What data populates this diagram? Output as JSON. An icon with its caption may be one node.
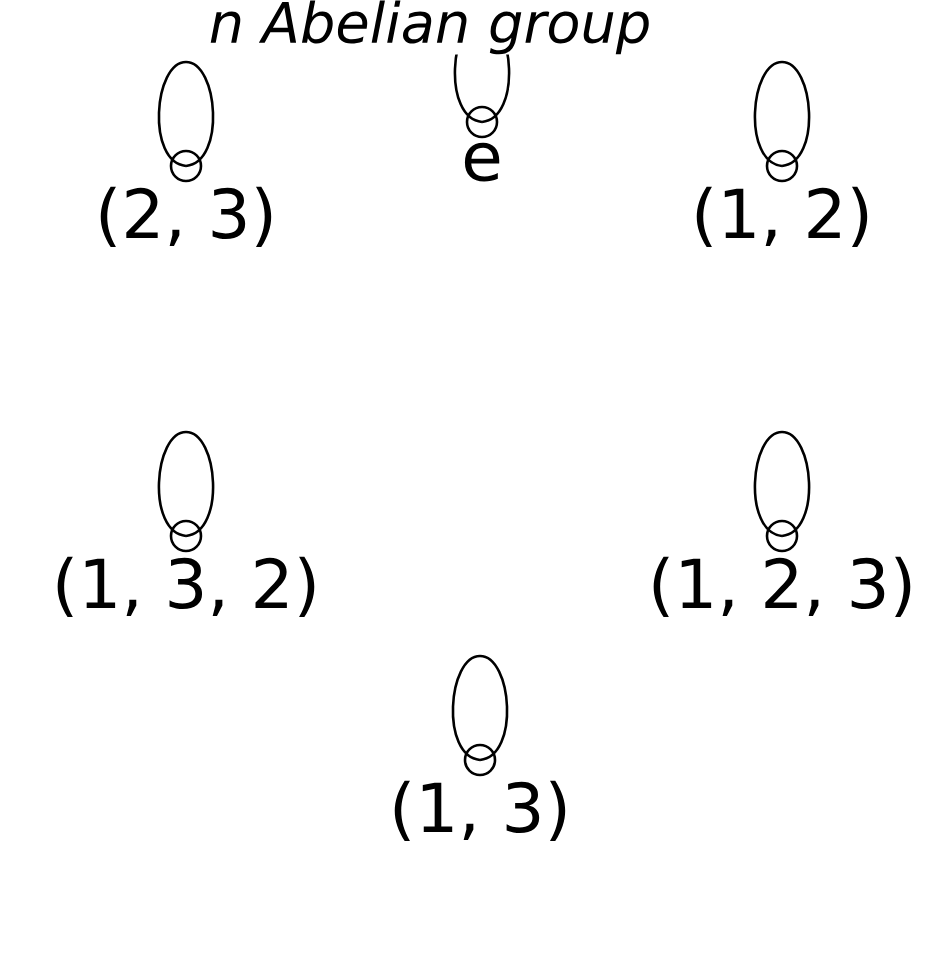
{
  "diagram": {
    "title": "n Abelian group",
    "nodes": [
      {
        "text": [],
        "shape": "circle",
        "beside": [
          "e"
        ]
      },
      {
        "text": [],
        "shape": "circle",
        "beside": [
          "(2, 3)"
        ]
      },
      {
        "text": [],
        "shape": "circle",
        "beside": [
          "(1, 2)"
        ]
      },
      {
        "text": [],
        "shape": "circle",
        "beside": [
          "(1, 3, 2)"
        ]
      },
      {
        "text": [],
        "shape": "circle",
        "beside": [
          "(1, 2, 3)"
        ]
      },
      {
        "text": [],
        "shape": "circle",
        "beside": [
          "(1, 3)"
        ]
      }
    ],
    "edges": [
      {
        "from": 0,
        "to": 0,
        "arrow": "none"
      },
      {
        "from": 1,
        "to": 1,
        "arrow": "none"
      },
      {
        "from": 2,
        "to": 2,
        "arrow": "none"
      },
      {
        "from": 3,
        "to": 3,
        "arrow": "none"
      },
      {
        "from": 4,
        "to": 4,
        "arrow": "none"
      },
      {
        "from": 5,
        "to": 5,
        "arrow": "none"
      }
    ]
  }
}
